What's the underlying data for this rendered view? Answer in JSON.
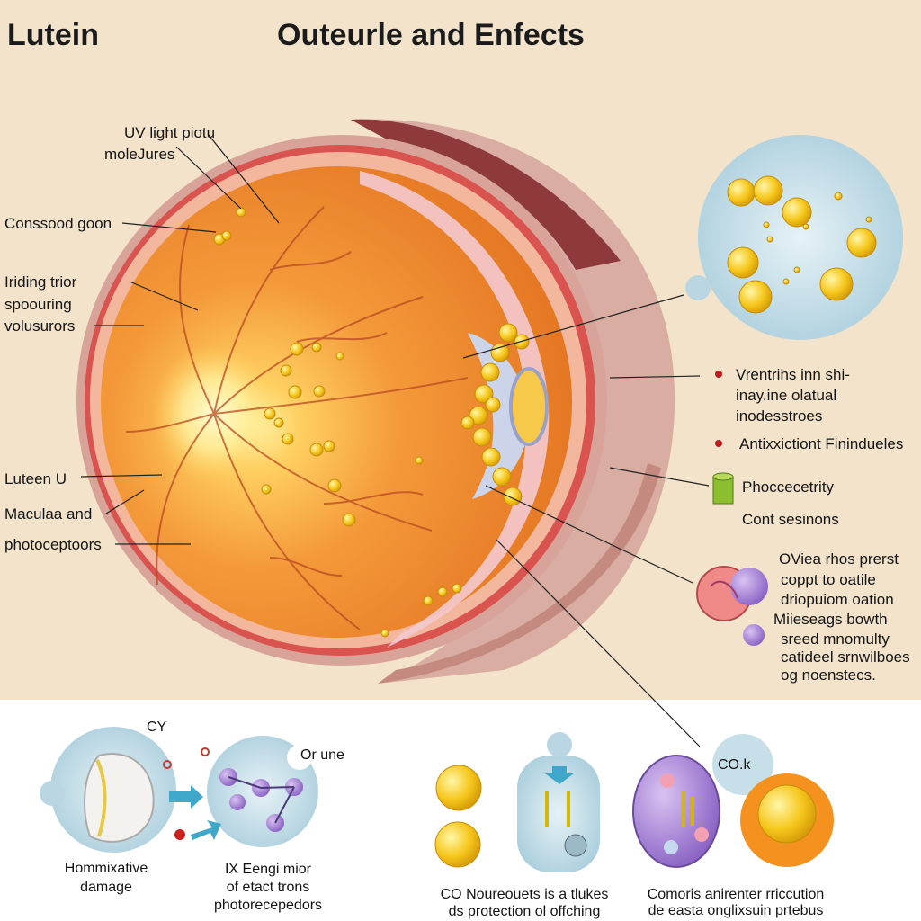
{
  "header": {
    "title_left": "Lutein",
    "title_main": "Outeurle and Enfects"
  },
  "left_labels": {
    "uv_1": "UV light piotu",
    "uv_2": "moleJures",
    "consscod": "Conssood goon",
    "iriding_1": "Iriding trior",
    "iriding_2": "spoouring",
    "iriding_3": "volusurors",
    "lutein_u": "Luteen U",
    "macula_1": "Maculaa and",
    "macula_2": "photoceptoors"
  },
  "right_labels": {
    "vrentrihs_1": "Vrentrihs inn shi-",
    "vrentrihs_2": "inay.ine olatual",
    "vrentrihs_3": "inodesstroes",
    "antix": "Antixxictiont Finindueles",
    "phocc": "Phoccecetrity",
    "cont": "Cont sesinons",
    "oviea_1": "OViea rhos prerst",
    "oviea_2": "coppt to oatile",
    "oviea_3": "driopuiom oation",
    "oviea_4": "Miieseags bowth",
    "oviea_5": "sreed mnomulty",
    "oviea_6": "catideel srnwilboes",
    "oviea_7": "og noenstecs."
  },
  "bottom": {
    "cy": "CY",
    "or_une": "Or une",
    "cok": "CO.k",
    "cap1_1": "Hommixative",
    "cap1_2": "damage",
    "cap2_1": "IX Eengi mior",
    "cap2_2": "of etact trons",
    "cap2_3": "photorecepedors",
    "cap3_1": "CO Noureouets is a tlukes",
    "cap3_2": "ds protection ol offching",
    "cap4_1": "Comoris anirenter rriccution",
    "cap4_2": "de easta onglixsuin prtebus"
  },
  "colors": {
    "background": "#f3e3cb",
    "retina": "#f08a2e",
    "macula": "#fff1a0",
    "sclera": "#c98f8a",
    "lutein": "#f4c21f",
    "bubble": "#b9d6e2",
    "bullet": "#c01b1b",
    "legend_cylinder": "#8bbf2f"
  }
}
